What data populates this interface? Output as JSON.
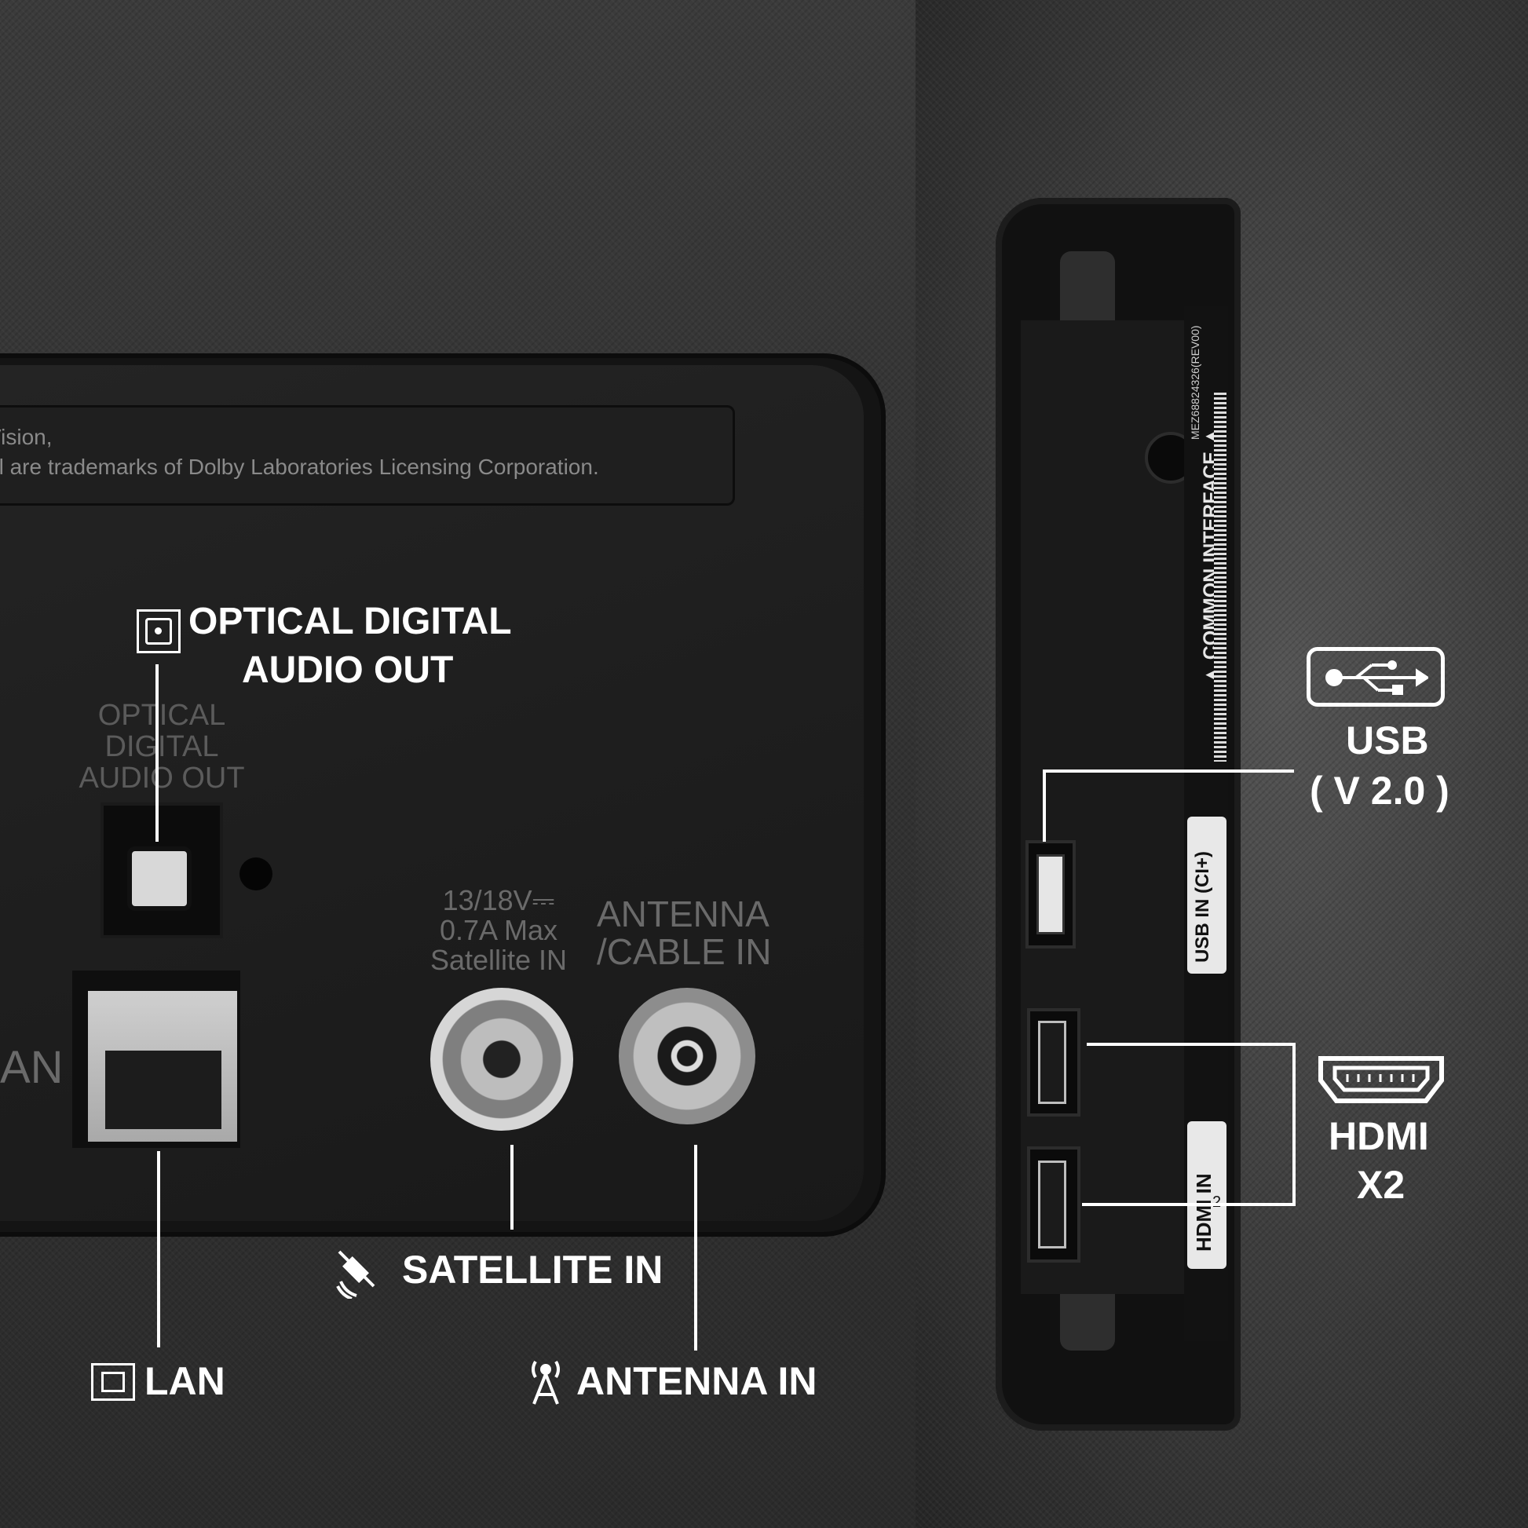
{
  "panel_text": {
    "plate_line1": "Vision,",
    "plate_line2": "ol are trademarks of Dolby Laboratories Licensing Corporation.",
    "optical_print": "OPTICAL\nDIGITAL\nAUDIO OUT",
    "satellite_print": "13/18V⎓\n0.7A Max\nSatellite IN",
    "antenna_print": "ANTENNA\n/CABLE IN",
    "lan_print_partial": "AN",
    "model_code": "MEZ68824326(REV00)",
    "common_interface": "▲ COMMON INTERFACE ▲",
    "usb_in_label": "USB IN (CI+)",
    "hdmi_in_label": "HDMI IN",
    "hdmi_in_num": "2"
  },
  "callouts": {
    "optical_line1": "OPTICAL DIGITAL",
    "optical_line2": "AUDIO OUT",
    "satellite": "SATELLITE IN",
    "lan": "LAN",
    "antenna": "ANTENNA IN",
    "usb": "USB",
    "usb_version": "( V 2.0 )",
    "hdmi": "HDMI",
    "hdmi_count": "X2"
  },
  "icons": {
    "optical": "optical-port-icon",
    "satellite": "satellite-icon",
    "lan": "ethernet-icon",
    "antenna": "antenna-icon",
    "usb": "usb-icon",
    "hdmi": "hdmi-icon"
  },
  "colors": {
    "callout_text": "#ffffff",
    "panel": "#1d1d1d",
    "background": "#333333"
  }
}
